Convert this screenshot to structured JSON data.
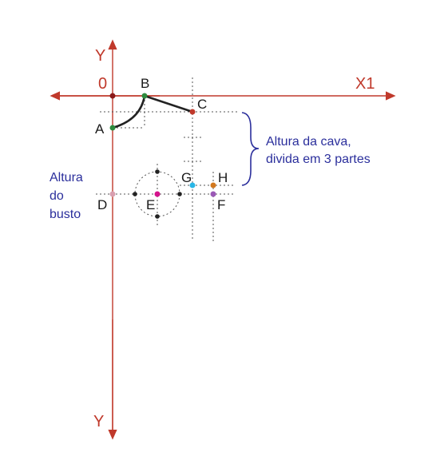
{
  "axes": {
    "y_top": "Y",
    "y_bottom": "Y",
    "origin": "0",
    "x_end": "X1",
    "color": "#c0392b"
  },
  "points": {
    "A": "A",
    "B": "B",
    "C": "C",
    "D": "D",
    "E": "E",
    "F": "F",
    "G": "G",
    "H": "H"
  },
  "annotations": {
    "cava_line1": "Altura da cava,",
    "cava_line2": "divida em 3 partes",
    "busto_line1": "Altura",
    "busto_line2": "do",
    "busto_line3": "busto"
  },
  "colors": {
    "text_annotation": "#2b2f9c",
    "curve": "#222222",
    "point_A": "#2e8b3e",
    "point_B": "#2e8b3e",
    "point_C": "#c0392b",
    "point_origin": "#8b1a1a",
    "point_D": "#d9a0b0",
    "point_E": "#d4148c",
    "point_F": "#9b59b6",
    "point_G": "#29b6e6",
    "point_H": "#d2781e"
  }
}
